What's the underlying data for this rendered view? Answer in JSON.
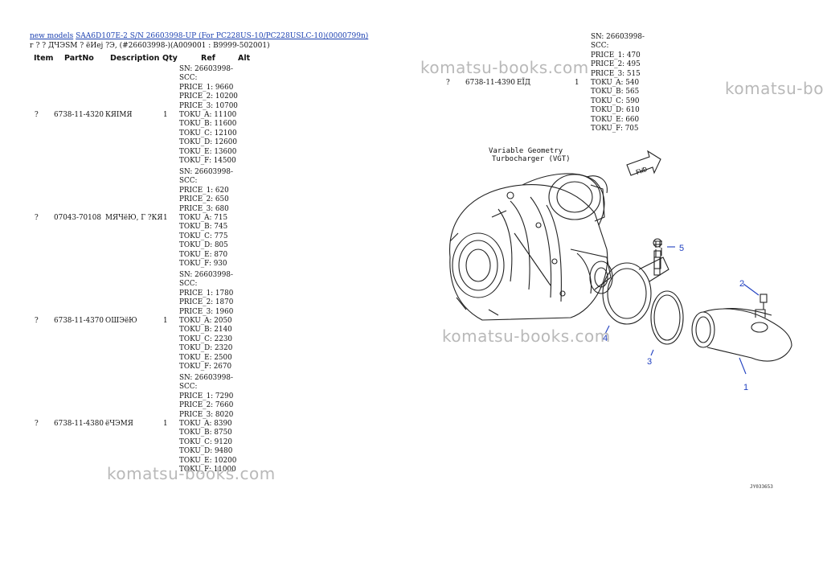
{
  "breadcrumb": {
    "link1": "new models",
    "link2": "SAA6D107E-2 S/N 26603998-UP (For PC228US-10/PC228USLC-10)(0000799n)"
  },
  "subtitle": "г ? ? ДЧЭSМ ? ёИеj ?Э, (#26603998-)(A009001 : B9999-502001)",
  "columns": {
    "item": "Item",
    "partno": "PartNo",
    "description": "Description",
    "qty": "Qty",
    "ref": "Ref",
    "alt": "Alt"
  },
  "rows": [
    {
      "item": "?",
      "partno": "6738-11-4320",
      "description": "КЯIМЯ",
      "qty": "1",
      "info": "SN: 26603998-\nSCC:\nPRICE_1: 9660\nPRICE_2: 10200\nPRICE_3: 10700\nTOKU_A: 11100\nTOKU_B: 11600\nTOKU_C: 12100\nTOKU_D: 12600\nTOKU_E: 13600\nTOKU_F: 14500"
    },
    {
      "item": "?",
      "partno": "07043-70108",
      "description": "МЯЧёЮ, Г ?КЯ",
      "qty": "1",
      "info": "SN: 26603998-\nSCC:\nPRICE_1: 620\nPRICE_2: 650\nPRICE_3: 680\nTOKU_A: 715\nTOKU_B: 745\nTOKU_C: 775\nTOKU_D: 805\nTOKU_E: 870\nTOKU_F: 930"
    },
    {
      "item": "?",
      "partno": "6738-11-4370",
      "description": "ОШЭёЮ",
      "qty": "1",
      "info": "SN: 26603998-\nSCC:\nPRICE_1: 1780\nPRICE_2: 1870\nPRICE_3: 1960\nTOKU_A: 2050\nTOKU_B: 2140\nTOKU_C: 2230\nTOKU_D: 2320\nTOKU_E: 2500\nTOKU_F: 2670"
    },
    {
      "item": "?",
      "partno": "6738-11-4380",
      "description": "ёЧЭМЯ",
      "qty": "1",
      "info": "SN: 26603998-\nSCC:\nPRICE_1: 7290\nPRICE_2: 7660\nPRICE_3: 8020\nTOKU_A: 8390\nTOKU_B: 8750\nTOKU_C: 9120\nTOKU_D: 9480\nTOKU_E: 10200\nTOKU_F: 11000"
    },
    {
      "item": "?",
      "partno": "6738-11-4390",
      "description": "ЕЇД",
      "qty": "1",
      "info": "SN: 26603998-\nSCC:\nPRICE_1: 470\nPRICE_2: 495\nPRICE_3: 515\nTOKU_A: 540\nTOKU_B: 565\nTOKU_C: 590\nTOKU_D: 610\nTOKU_E: 660\nTOKU_F: 705"
    }
  ],
  "diagram": {
    "title_line1": "Variable Geometry",
    "title_line2": "Turbocharger (VGT)",
    "fwd_label": "FWD",
    "callouts": [
      "1",
      "2",
      "3",
      "4",
      "5"
    ],
    "code": "JY033653"
  },
  "watermark": "komatsu-books.com"
}
